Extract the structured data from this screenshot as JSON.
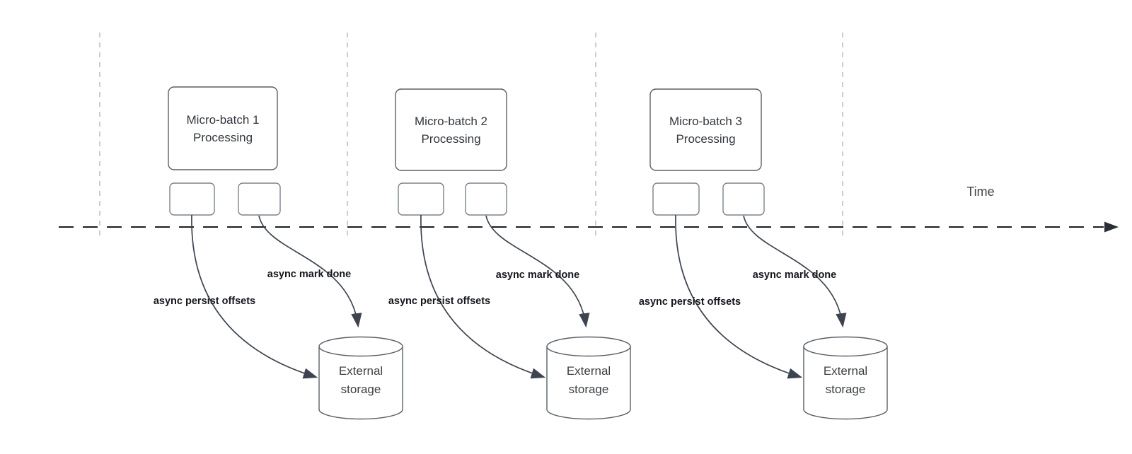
{
  "time_label": "Time",
  "batches": [
    {
      "title_line1": "Micro-batch 1",
      "title_line2": "Processing",
      "persist_label": "async persist offsets",
      "done_label": "async mark done",
      "storage_line1": "External",
      "storage_line2": "storage"
    },
    {
      "title_line1": "Micro-batch 2",
      "title_line2": "Processing",
      "persist_label": "async persist offsets",
      "done_label": "async mark done",
      "storage_line1": "External",
      "storage_line2": "storage"
    },
    {
      "title_line1": "Micro-batch 3",
      "title_line2": "Processing",
      "persist_label": "async persist offsets",
      "done_label": "async mark done",
      "storage_line1": "External",
      "storage_line2": "storage"
    }
  ],
  "colors": {
    "background": "#ffffff",
    "node_border": "#5a6069",
    "task_border": "#7c828c",
    "guide_line": "#b9bdc2",
    "time_axis": "#1b1e22",
    "arrow": "#3d4450",
    "label_text": "#14171c",
    "node_text": "#33373d",
    "storage_text": "#3c4043"
  }
}
